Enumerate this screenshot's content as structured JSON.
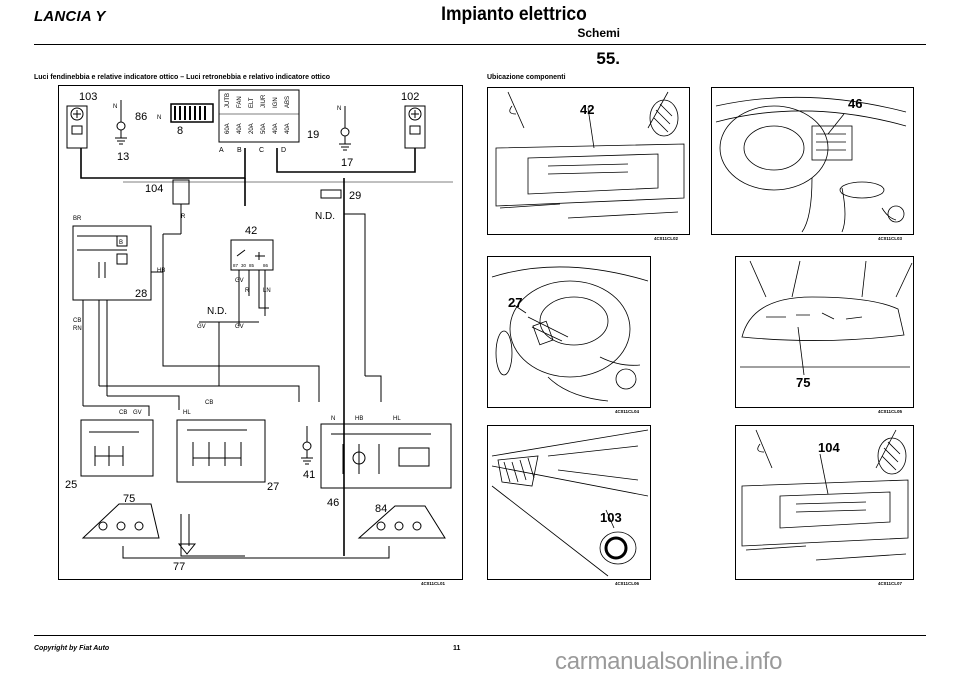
{
  "header": {
    "brand": "LANCIA Y",
    "title": "Impianto elettrico",
    "subtitle": "Schemi",
    "page_number": "55."
  },
  "left_section": {
    "caption": "Luci fendinebbia e relative indicatore ottico – Luci retronebbia e relativo indicatore ottico",
    "figure_code": "4C011CL01",
    "components": [
      "103",
      "102",
      "86",
      "8",
      "13",
      "19",
      "17",
      "104",
      "29",
      "42",
      "28",
      "25",
      "27",
      "41",
      "46",
      "84",
      "75",
      "77"
    ],
    "notes": [
      "N.D.",
      "N.D."
    ],
    "wire_codes": [
      "N",
      "R",
      "BR",
      "B",
      "HB",
      "GV",
      "LN",
      "CB",
      "RN",
      "HL",
      "GV"
    ],
    "fuse_labels": [
      "JUTB",
      "FAN",
      "ELT",
      "JIUR",
      "IGN",
      "ABS"
    ],
    "fuse_ratings": [
      "60A",
      "40A",
      "20A",
      "50A",
      "40A",
      "40A"
    ],
    "connector_letters": [
      "A",
      "B",
      "C",
      "D"
    ],
    "relay_terms": [
      "87",
      "30",
      "85",
      "86"
    ]
  },
  "right_section": {
    "caption": "Ubicazione componenti",
    "photos": [
      {
        "label": "42",
        "code": "4C011CL02"
      },
      {
        "label": "46",
        "code": "4C011CL03"
      },
      {
        "label": "27",
        "code": "4C011CL04"
      },
      {
        "label": "75",
        "code": "4C011CL05"
      },
      {
        "label": "103",
        "code": "4C011CL06"
      },
      {
        "label": "104",
        "code": "4C011CL07"
      }
    ]
  },
  "footer": {
    "copyright": "Copyright by Fiat Auto",
    "page": "11",
    "watermark": "carmanualsonline.info"
  }
}
